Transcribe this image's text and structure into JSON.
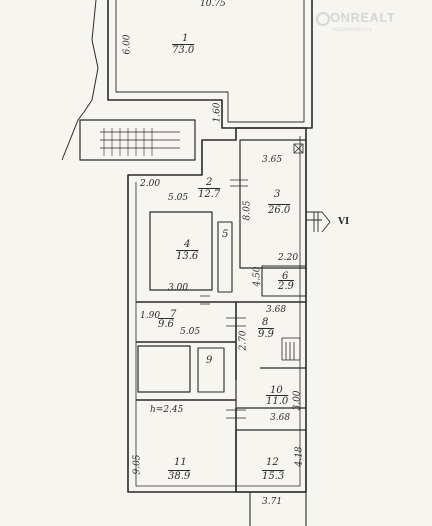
{
  "watermark": {
    "brand": "ONREALT",
    "tagline": "недвижимость"
  },
  "plan": {
    "section_marker": "VI",
    "top_dims": {
      "width": "10.75",
      "height": "6.00",
      "wall_a": "1.60"
    },
    "rooms": [
      {
        "num": "1",
        "area": "73.0"
      },
      {
        "num": "2",
        "area": "12.7"
      },
      {
        "num": "3",
        "area": "26.0"
      },
      {
        "num": "4",
        "area": "13.6"
      },
      {
        "num": "5",
        "area": ""
      },
      {
        "num": "6",
        "area": "2.9"
      },
      {
        "num": "7",
        "area": "9.6"
      },
      {
        "num": "8",
        "area": "9.9"
      },
      {
        "num": "9",
        "area": ""
      },
      {
        "num": "10",
        "area": "11.0"
      },
      {
        "num": "11",
        "area": "38.9"
      },
      {
        "num": "12",
        "area": "15.3"
      }
    ],
    "dims": {
      "d365": "3.65",
      "d805": "8.05",
      "d200": "2.00",
      "d505": "5.05",
      "d300a": "3.00",
      "d220": "2.20",
      "d450": "4.50",
      "d368a": "3.68",
      "d190": "1.90",
      "d505b": "5.05",
      "d270": "2.70",
      "d300b": "3.00",
      "d368b": "3.68",
      "h245": "h=2.45",
      "d905": "9.05",
      "d418": "4.18",
      "d371": "3.71"
    }
  }
}
